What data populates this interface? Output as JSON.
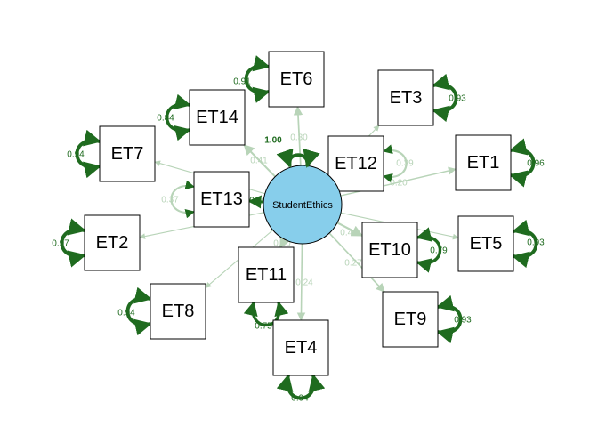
{
  "colors": {
    "latent_fill": "#87ceeb",
    "strong_path": "#1f6b1f",
    "weak_path": "#b8d4b8"
  },
  "latent": {
    "label": "StudentEthics",
    "variance_label": "1.00"
  },
  "indicators": [
    {
      "id": "et1",
      "label": "ET1",
      "loading_label": "0.20",
      "residual_label": "0.96",
      "loading": 0.2,
      "residual": 0.96
    },
    {
      "id": "et2",
      "label": "ET2",
      "loading_label": "",
      "residual_label": "0.97",
      "loading": null,
      "residual": 0.97
    },
    {
      "id": "et3",
      "label": "ET3",
      "loading_label": "",
      "residual_label": "0.93",
      "loading": null,
      "residual": 0.93
    },
    {
      "id": "et4",
      "label": "ET4",
      "loading_label": "0.24",
      "residual_label": "0.94",
      "loading": 0.24,
      "residual": 0.94
    },
    {
      "id": "et5",
      "label": "ET5",
      "loading_label": "",
      "residual_label": "0.93",
      "loading": null,
      "residual": 0.93
    },
    {
      "id": "et6",
      "label": "ET6",
      "loading_label": "0.30",
      "residual_label": "0.91",
      "loading": 0.3,
      "residual": 0.91
    },
    {
      "id": "et7",
      "label": "ET7",
      "loading_label": "",
      "residual_label": "0.94",
      "loading": null,
      "residual": 0.94
    },
    {
      "id": "et8",
      "label": "ET8",
      "loading_label": "",
      "residual_label": "0.94",
      "loading": null,
      "residual": 0.94
    },
    {
      "id": "et9",
      "label": "ET9",
      "loading_label": "0.27",
      "residual_label": "0.93",
      "loading": 0.27,
      "residual": 0.93
    },
    {
      "id": "et10",
      "label": "ET10",
      "loading_label": "0.46",
      "residual_label": "0.79",
      "loading": 0.46,
      "residual": 0.79
    },
    {
      "id": "et11",
      "label": "ET11",
      "loading_label": "0.50",
      "residual_label": "0.75",
      "loading": 0.5,
      "residual": 0.75
    },
    {
      "id": "et12",
      "label": "ET12",
      "loading_label": "",
      "residual_label": "0.39",
      "loading": null,
      "residual": 0.39
    },
    {
      "id": "et13",
      "label": "ET13",
      "loading_label": "0.80",
      "residual_label": "0.37",
      "loading": 0.8,
      "residual": 0.37
    },
    {
      "id": "et14",
      "label": "ET14",
      "loading_label": "0.41",
      "residual_label": "0.84",
      "loading": 0.41,
      "residual": 0.84
    }
  ]
}
